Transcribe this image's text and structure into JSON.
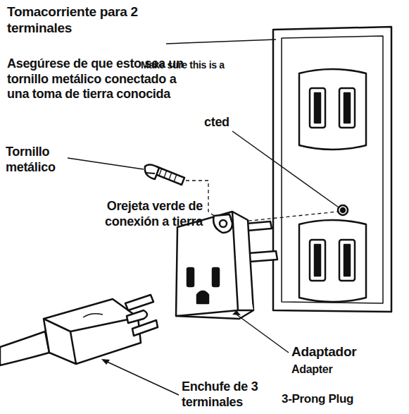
{
  "diagram": {
    "labels": [
      "Tomacorriente para 2 terminales",
      "Asegúrese de que esto sea un tornillo metálico conectado a una toma de tierra conocida",
      "Make sure this is a",
      "cted",
      "Tornillo metálico",
      "Orejeta verde de conexión a tierra",
      "Adaptador",
      "Adapter",
      "Enchufe de 3 terminales",
      "3-Prong Plug"
    ]
  }
}
